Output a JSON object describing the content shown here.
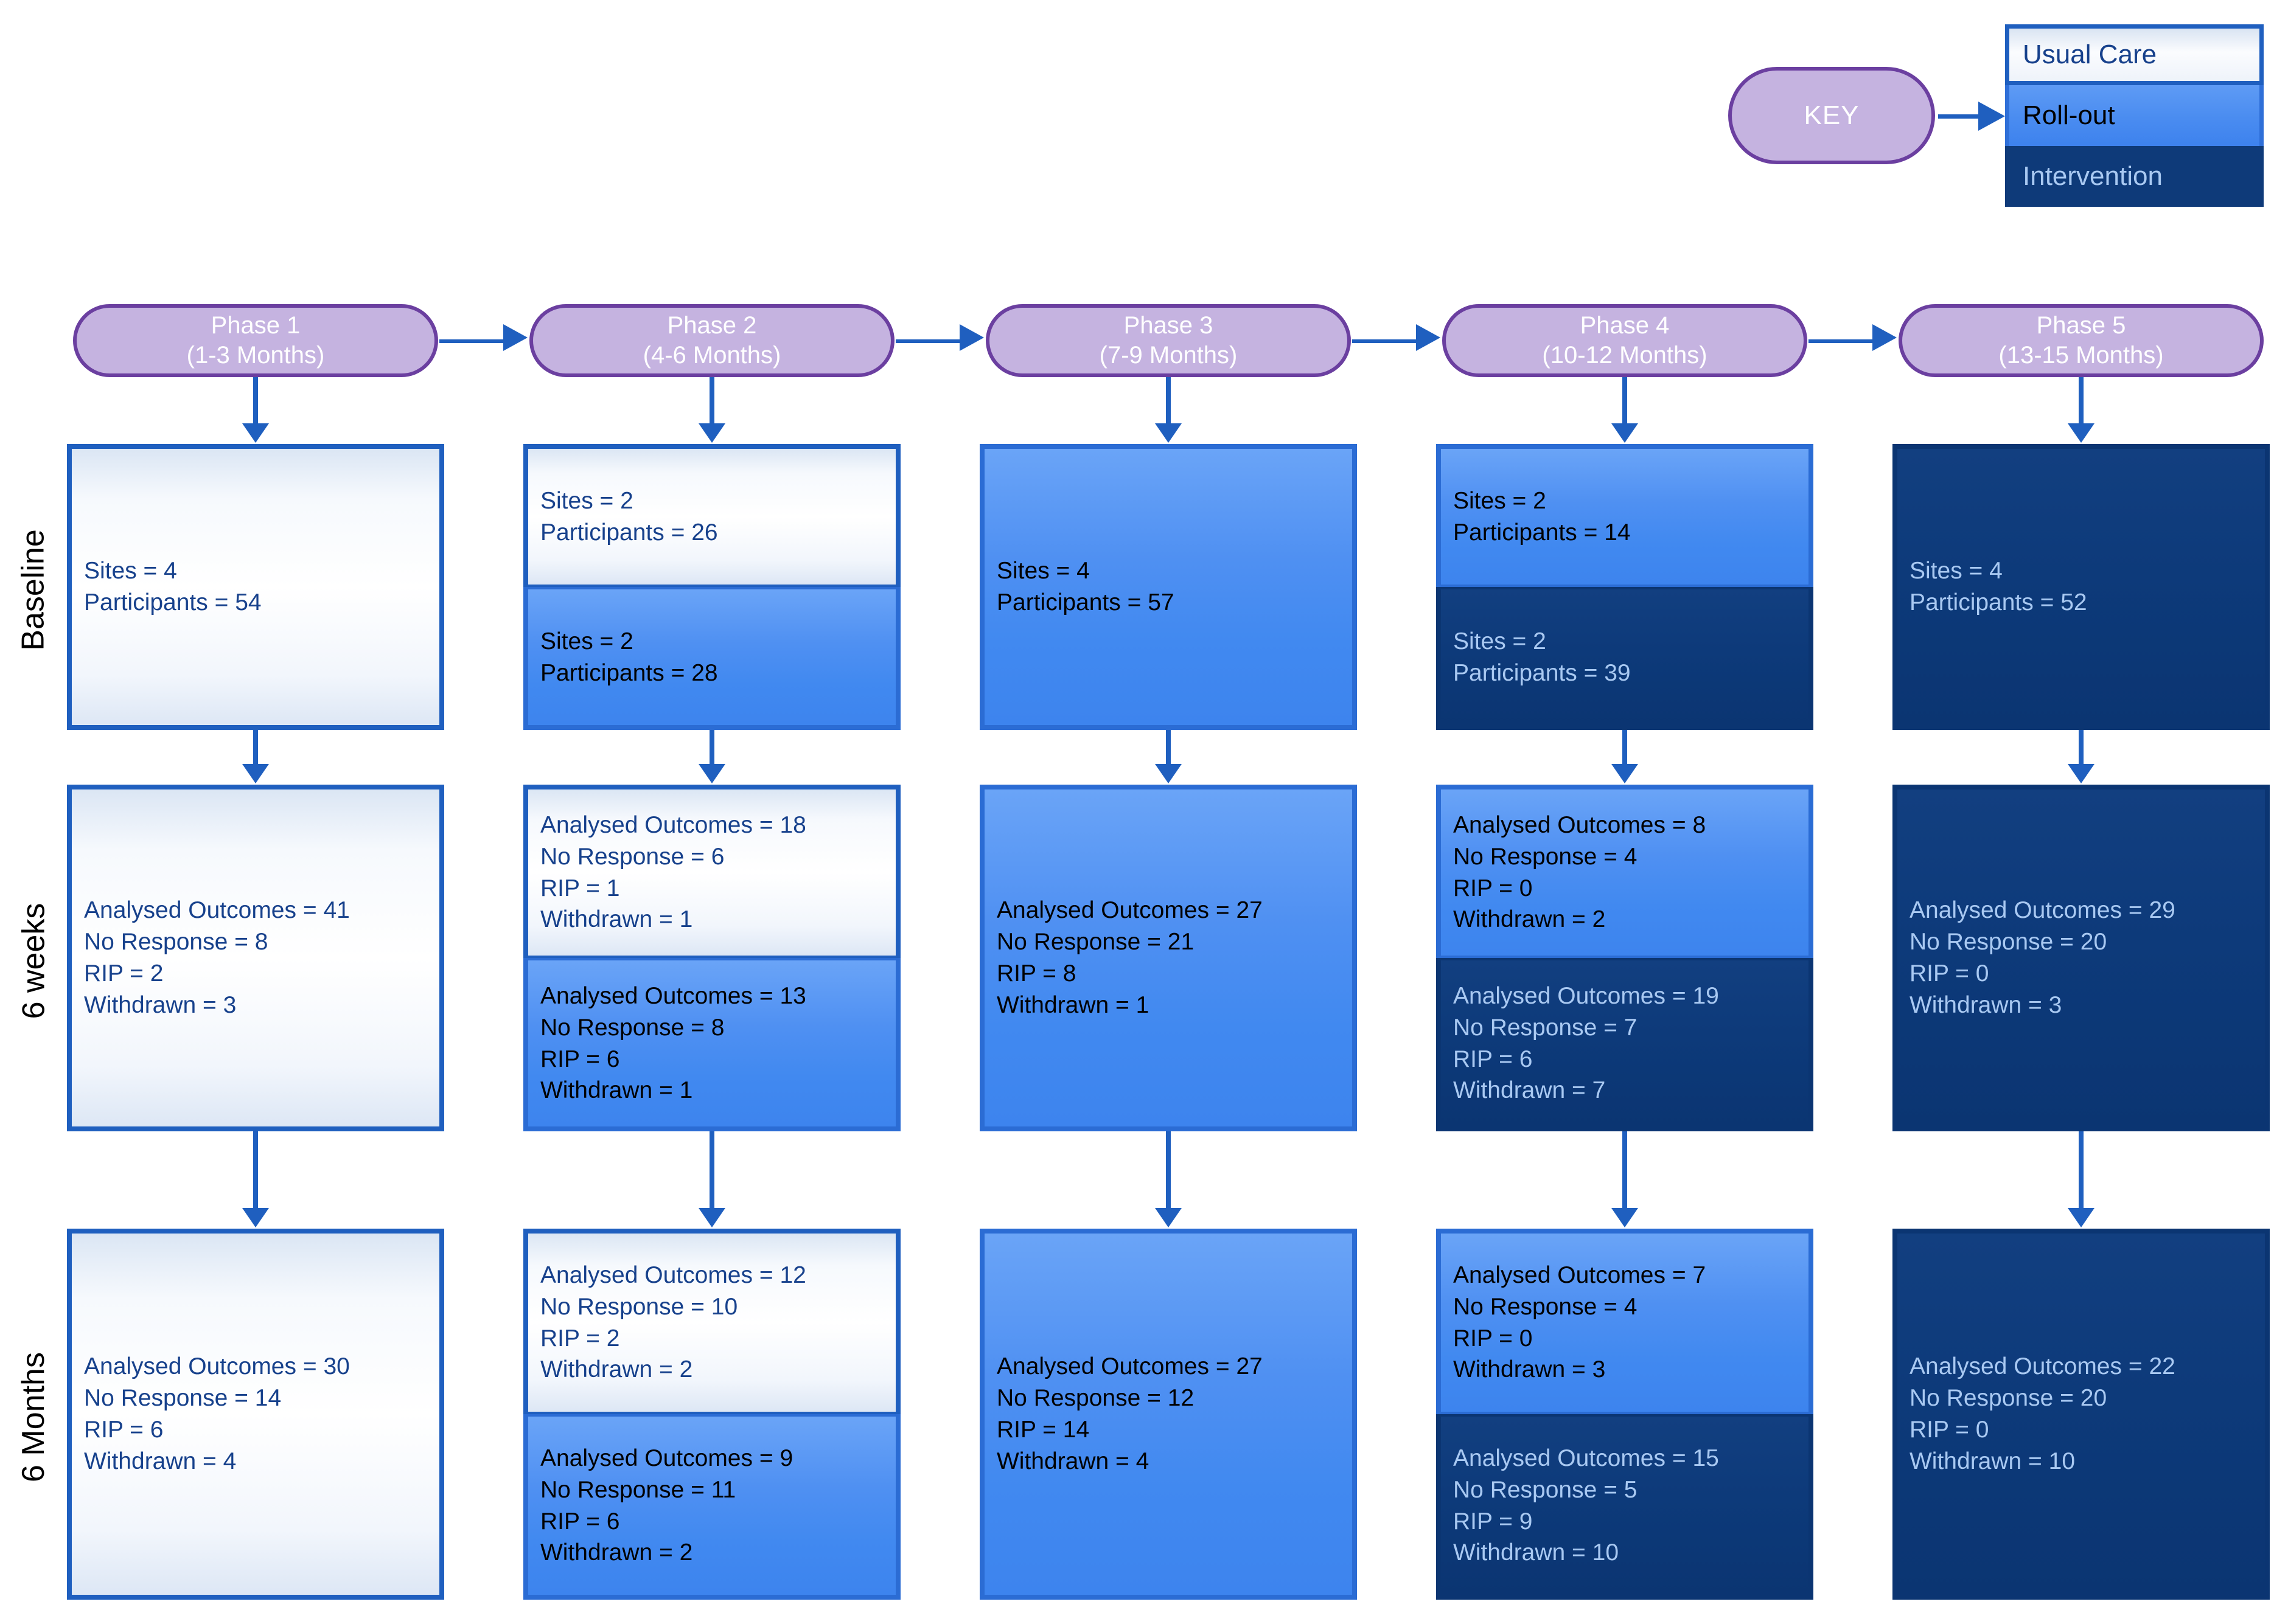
{
  "key": {
    "label": "KEY",
    "legend": [
      {
        "id": "usual",
        "label": "Usual Care",
        "color": "#eef3fa"
      },
      {
        "id": "roll",
        "label": "Roll-out",
        "color": "#4a8cf0"
      },
      {
        "id": "interv",
        "label": "Intervention",
        "color": "#0e3a79"
      }
    ]
  },
  "row_labels": [
    "Baseline",
    "6 weeks",
    "6 Months"
  ],
  "phases": [
    {
      "name": "Phase 1",
      "period": "(1-3 Months)"
    },
    {
      "name": "Phase 2",
      "period": "(4-6 Months)"
    },
    {
      "name": "Phase 3",
      "period": "(7-9 Months)"
    },
    {
      "name": "Phase 4",
      "period": "(10-12 Months)"
    },
    {
      "name": "Phase 5",
      "period": "(13-15 Months)"
    }
  ],
  "chart_data": {
    "type": "table",
    "title": "Stepped-wedge trial flow by phase and timepoint",
    "rows": [
      "Baseline",
      "6 weeks",
      "6 Months"
    ],
    "columns": [
      "Phase 1",
      "Phase 2",
      "Phase 3",
      "Phase 4",
      "Phase 5"
    ],
    "arms": [
      "Usual Care",
      "Roll-out",
      "Intervention"
    ],
    "cells": {
      "baseline": [
        [
          {
            "arm": "usual",
            "lines": [
              "Sites = 4",
              "Participants = 54"
            ]
          }
        ],
        [
          {
            "arm": "usual",
            "lines": [
              "Sites = 2",
              "Participants = 26"
            ]
          },
          {
            "arm": "roll",
            "lines": [
              "Sites = 2",
              "Participants = 28"
            ]
          }
        ],
        [
          {
            "arm": "roll",
            "lines": [
              "Sites = 4",
              "Participants = 57"
            ]
          }
        ],
        [
          {
            "arm": "roll",
            "lines": [
              "Sites = 2",
              "Participants = 14"
            ]
          },
          {
            "arm": "interv",
            "lines": [
              "Sites = 2",
              "Participants = 39"
            ]
          }
        ],
        [
          {
            "arm": "interv",
            "lines": [
              "Sites = 4",
              "Participants = 52"
            ]
          }
        ]
      ],
      "six_weeks": [
        [
          {
            "arm": "usual",
            "lines": [
              "Analysed Outcomes = 41",
              "No Response = 8",
              "RIP = 2",
              "Withdrawn = 3"
            ]
          }
        ],
        [
          {
            "arm": "usual",
            "lines": [
              "Analysed Outcomes = 18",
              "No Response = 6",
              "RIP = 1",
              "Withdrawn = 1"
            ]
          },
          {
            "arm": "roll",
            "lines": [
              "Analysed Outcomes = 13",
              "No Response = 8",
              "RIP = 6",
              "Withdrawn = 1"
            ]
          }
        ],
        [
          {
            "arm": "roll",
            "lines": [
              "Analysed Outcomes = 27",
              "No Response = 21",
              "RIP = 8",
              "Withdrawn = 1"
            ]
          }
        ],
        [
          {
            "arm": "roll",
            "lines": [
              "Analysed Outcomes = 8",
              "No Response = 4",
              "RIP = 0",
              "Withdrawn = 2"
            ]
          },
          {
            "arm": "interv",
            "lines": [
              "Analysed Outcomes = 19",
              "No Response = 7",
              "RIP = 6",
              "Withdrawn = 7"
            ]
          }
        ],
        [
          {
            "arm": "interv",
            "lines": [
              "Analysed Outcomes = 29",
              "No Response = 20",
              "RIP = 0",
              "Withdrawn = 3"
            ]
          }
        ]
      ],
      "six_months": [
        [
          {
            "arm": "usual",
            "lines": [
              "Analysed Outcomes = 30",
              "No Response = 14",
              "RIP  = 6",
              "Withdrawn = 4"
            ]
          }
        ],
        [
          {
            "arm": "usual",
            "lines": [
              "Analysed Outcomes = 12",
              "No Response = 10",
              "RIP = 2",
              "Withdrawn = 2"
            ]
          },
          {
            "arm": "roll",
            "lines": [
              "Analysed Outcomes = 9",
              "No Response = 11",
              "RIP = 6",
              "Withdrawn = 2"
            ]
          }
        ],
        [
          {
            "arm": "roll",
            "lines": [
              "Analysed Outcomes = 27",
              "No Response = 12",
              "RIP = 14",
              "Withdrawn = 4"
            ]
          }
        ],
        [
          {
            "arm": "roll",
            "lines": [
              "Analysed Outcomes = 7",
              "No Response = 4",
              "RIP = 0",
              "Withdrawn = 3"
            ]
          },
          {
            "arm": "interv",
            "lines": [
              "Analysed Outcomes = 15",
              "No Response = 5",
              "RIP = 9",
              "Withdrawn = 10"
            ]
          }
        ],
        [
          {
            "arm": "interv",
            "lines": [
              "Analysed Outcomes = 22",
              "No Response = 20",
              "RIP = 0",
              "Withdrawn = 10"
            ]
          }
        ]
      ]
    }
  }
}
